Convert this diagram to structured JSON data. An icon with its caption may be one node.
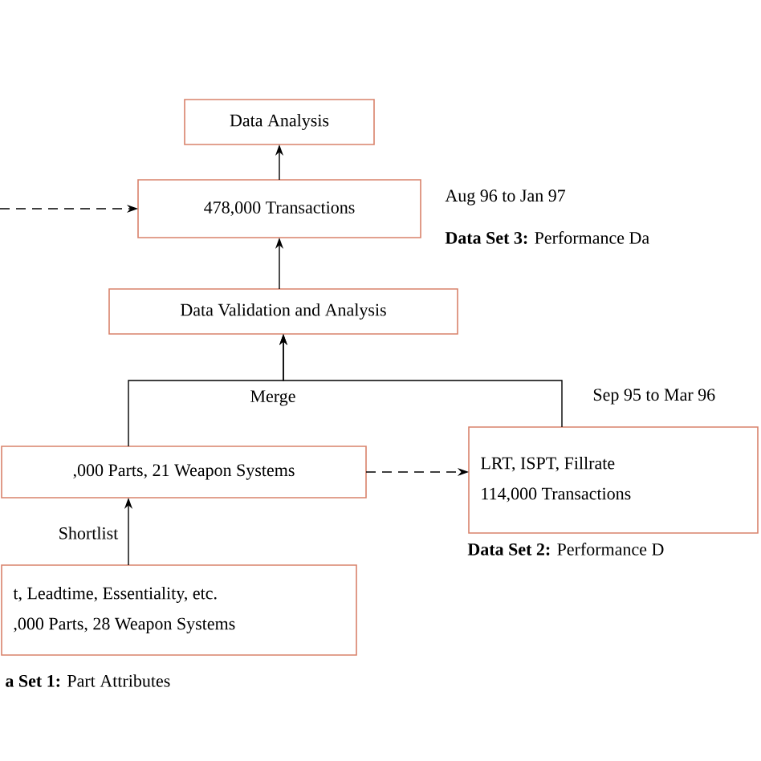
{
  "diagram": {
    "nodes": [
      {
        "text": [
          "Data Analysis"
        ]
      },
      {
        "text": [
          "478,000 Transactions"
        ],
        "beside": [
          "Aug 96 to Jan 97",
          "**Data Set 3:** Performance Da"
        ]
      },
      {
        "text": [
          "Data Validation and Analysis"
        ]
      },
      {
        "text": [
          ",000 Parts, 21 Weapon Systems"
        ]
      },
      {
        "text": [
          "LRT, ISPT, Fillrate",
          "114,000 Transactions"
        ],
        "beside": [
          "Sep 95 to Mar 96",
          "**Data Set 2:** Performance D"
        ]
      },
      {
        "text": [
          "t, Leadtime, Essentiality, etc.",
          ",000 Parts, 28 Weapon Systems"
        ],
        "beside": [
          "**a Set 1:** Part Attributes"
        ]
      }
    ],
    "edges": [
      {
        "from": 1,
        "to": 0,
        "arrow": "to"
      },
      {
        "from": 2,
        "to": 1,
        "arrow": "to"
      },
      {
        "from": null,
        "to": 1,
        "arrow": "to",
        "style": "dashed"
      },
      {
        "from": 3,
        "to": 2,
        "arrow": "to",
        "label": "Merge"
      },
      {
        "from": 4,
        "to": 2,
        "arrow": "to"
      },
      {
        "from": 3,
        "to": 4,
        "arrow": "to",
        "style": "dashed"
      },
      {
        "from": 5,
        "to": 3,
        "arrow": "to",
        "label": "Shortlist"
      }
    ]
  }
}
